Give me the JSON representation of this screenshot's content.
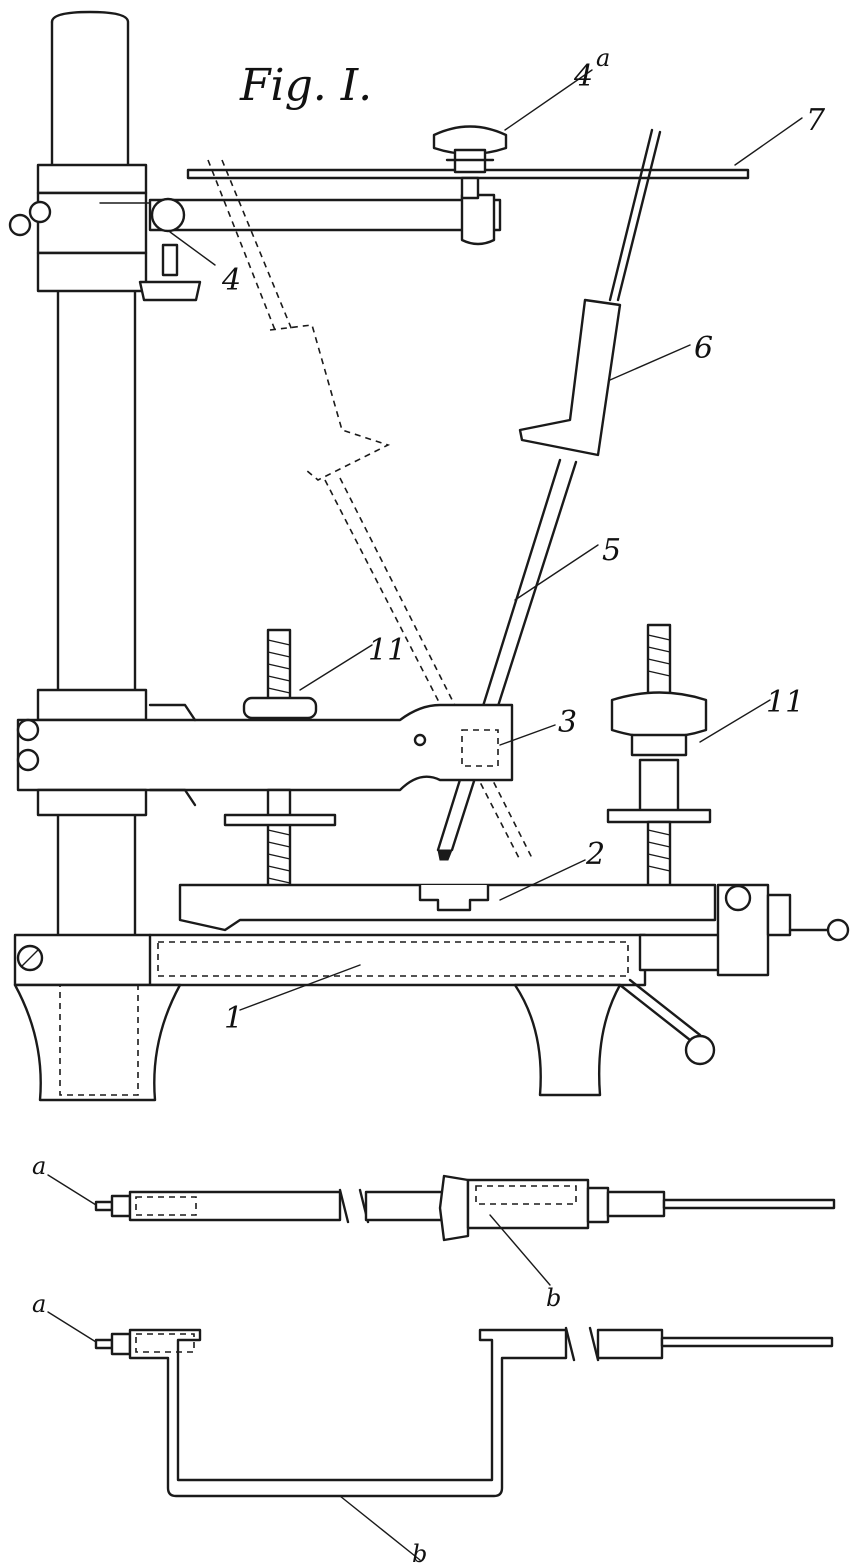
{
  "figure": {
    "title": "Fig. I.",
    "labels": {
      "part_1": "1",
      "part_2": "2",
      "part_3": "3",
      "part_4": "4",
      "part_4a": "4",
      "part_4a_sup": "a",
      "part_5": "5",
      "part_6": "6",
      "part_7": "7",
      "part_11_left": "11",
      "part_11_right": "11",
      "detail_a_top": "a",
      "detail_b_top": "b",
      "detail_a_bottom": "a",
      "detail_b_bottom": "b"
    }
  },
  "colors": {
    "ink": "#1a1a1a",
    "paper": "#ffffff"
  }
}
